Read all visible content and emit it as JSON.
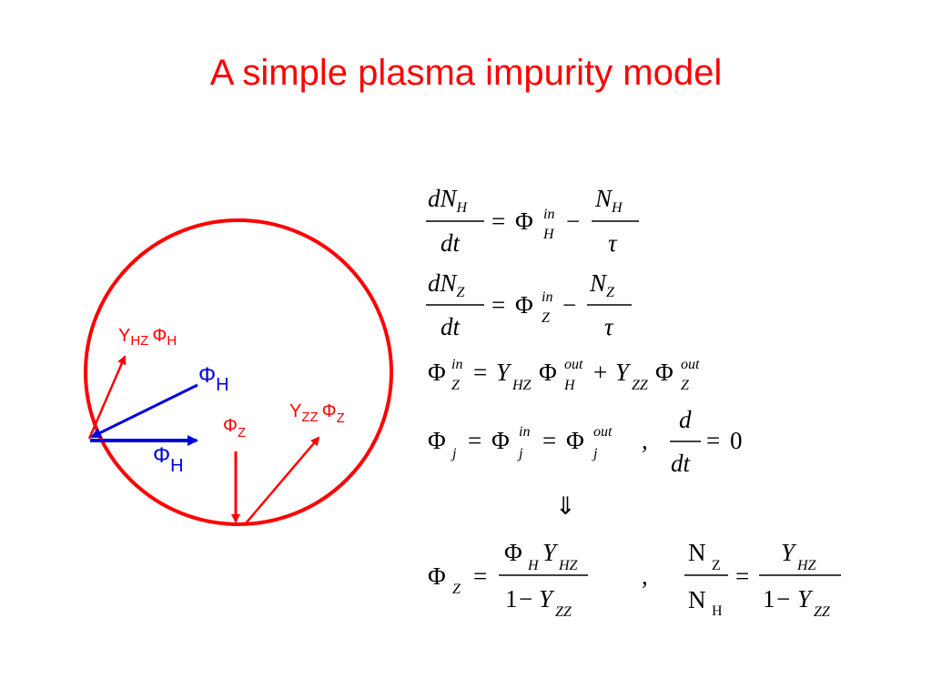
{
  "slide": {
    "title": "A simple plasma impurity model"
  },
  "colors": {
    "title": "#ff0000",
    "circle": "#ff0000",
    "red_arrow": "#ff0000",
    "blue_arrow": "#0000dd",
    "text": "#000000"
  },
  "diagram": {
    "labels": {
      "yhz_phi_h": {
        "y": "Y",
        "ysub": "HZ",
        "phi": "Φ",
        "phisub": "H"
      },
      "phi_h_upper": {
        "phi": "Φ",
        "sub": "H"
      },
      "phi_h_lower": {
        "phi": "Φ",
        "sub": "H"
      },
      "phi_z": {
        "phi": "Φ",
        "sub": "Z"
      },
      "yzz_phi_z": {
        "y": "Y",
        "ysub": "ZZ",
        "phi": "Φ",
        "phisub": "Z"
      }
    }
  },
  "equations": {
    "eq1": {
      "num": "dN",
      "num_sub": "H",
      "den": "dt",
      "eq": "=",
      "phi": "Φ",
      "sup": "in",
      "sub": "H",
      "minus": "−",
      "frac_num": "N",
      "frac_num_sub": "H",
      "frac_den": "τ"
    },
    "eq2": {
      "num": "dN",
      "num_sub": "Z",
      "den": "dt",
      "eq": "=",
      "phi": "Φ",
      "sup": "in",
      "sub": "Z",
      "minus": "−",
      "frac_num": "N",
      "frac_num_sub": "Z",
      "frac_den": "τ"
    },
    "eq3": {
      "phi": "Φ",
      "sup": "in",
      "sub": "Z",
      "eq": "=",
      "y1": "Y",
      "y1_sub": "HZ",
      "phi1": "Φ",
      "phi1_sup": "out",
      "phi1_sub": "H",
      "plus": "+",
      "y2": "Y",
      "y2_sub": "ZZ",
      "phi2": "Φ",
      "phi2_sup": "out",
      "phi2_sub": "Z"
    },
    "eq4": {
      "phi": "Φ",
      "sub": "j",
      "eq1": "=",
      "phi_in": "Φ",
      "in_sup": "in",
      "in_sub": "j",
      "eq2": "=",
      "phi_out": "Φ",
      "out_sup": "out",
      "out_sub": "j",
      "comma": ",",
      "d_num": "d",
      "d_den": "dt",
      "eq3": "=",
      "zero": "0"
    },
    "implies": "⇓",
    "eq5": {
      "phi": "Φ",
      "sub": "Z",
      "eq": "=",
      "num_phi": "Φ",
      "num_phi_sub": "H",
      "num_y": "Y",
      "num_y_sub": "HZ",
      "den_one": "1",
      "den_minus": "−",
      "den_y": "Y",
      "den_y_sub": "ZZ",
      "comma": ",",
      "ratio_num": "N",
      "ratio_num_sub": "Z",
      "ratio_den": "N",
      "ratio_den_sub": "H",
      "eq2": "=",
      "r_num_y": "Y",
      "r_num_y_sub": "HZ",
      "r_den_one": "1",
      "r_den_minus": "−",
      "r_den_y": "Y",
      "r_den_y_sub": "ZZ"
    }
  }
}
